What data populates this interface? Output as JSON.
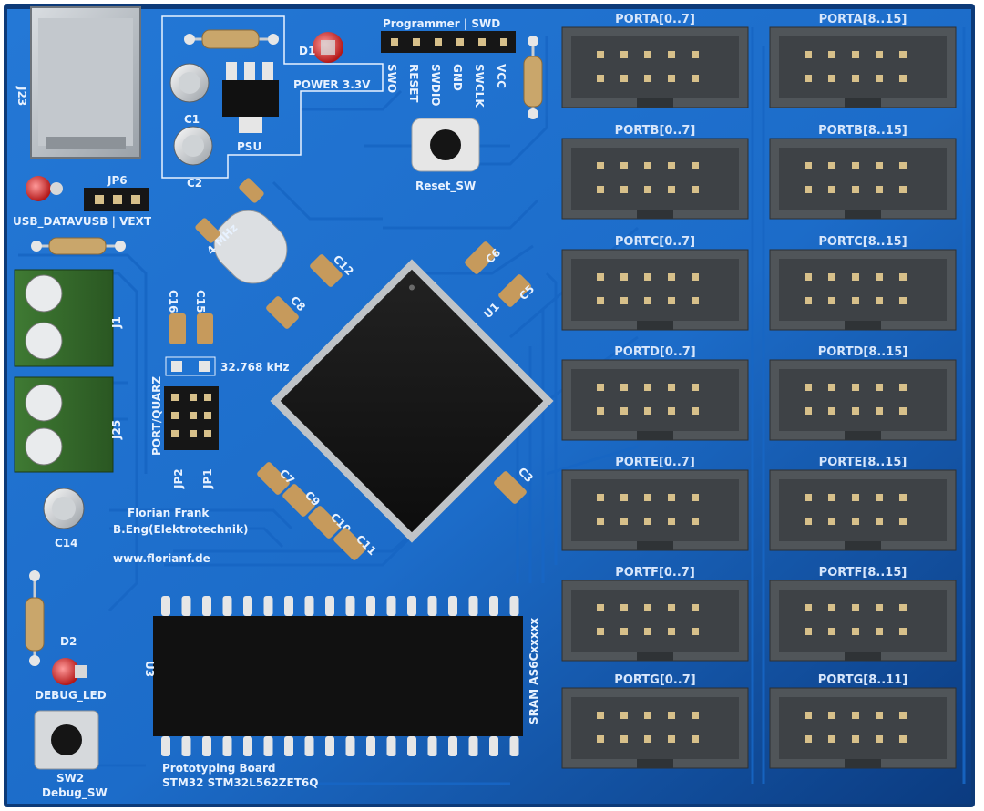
{
  "board": {
    "title_line1": "Prototyping Board",
    "title_line2": "STM32  STM32L562ZET6Q",
    "author": "Florian Frank",
    "degree": "B.Eng(Elektrotechnik)",
    "website": "www.florianf.de"
  },
  "labels": {
    "j23": "J23",
    "c1": "C1",
    "c2": "C2",
    "psu": "PSU",
    "d1": "D1",
    "power": "POWER 3.3V",
    "programmer": "Programmer | SWD",
    "swd_pins": [
      "SWO",
      "RESET",
      "SWDIO",
      "GND",
      "SWCLK",
      "VCC"
    ],
    "reset_sw": "Reset_SW",
    "jp6": "JP6",
    "usb_sel": "USB_DATAVUSB | VEXT",
    "crystal_hs": "4 MHz",
    "c12": "C12",
    "c6": "C6",
    "c5": "C5",
    "c8": "C8",
    "c16": "C16",
    "c15": "C15",
    "crystal_lse": "32.768 kHz",
    "u1": "U1",
    "j1": "J1",
    "j25": "J25",
    "port_quarz": "PORT/QUARZ",
    "jp2": "JP2",
    "jp1": "JP1",
    "c7": "C7",
    "c9": "C9",
    "c10": "C10",
    "c11": "C11",
    "c3": "C3",
    "c14": "C14",
    "d2": "D2",
    "debug_led": "DEBUG_LED",
    "sw2": "SW2",
    "debug_sw": "Debug_SW",
    "u3": "U3",
    "sram": "SRAM AS6Cxxxxx"
  },
  "ports": [
    {
      "left": "PORTA[0..7]",
      "right": "PORTA[8..15]"
    },
    {
      "left": "PORTB[0..7]",
      "right": "PORTB[8..15]"
    },
    {
      "left": "PORTC[0..7]",
      "right": "PORTC[8..15]"
    },
    {
      "left": "PORTD[0..7]",
      "right": "PORTD[8..15]"
    },
    {
      "left": "PORTE[0..7]",
      "right": "PORTE[8..15]"
    },
    {
      "left": "PORTF[0..7]",
      "right": "PORTF[8..15]"
    },
    {
      "left": "PORTG[0..7]",
      "right": "PORTG[8..11]"
    }
  ],
  "colors": {
    "pcb": "#1f73d1",
    "pcb_dark": "#0c3f86",
    "trace": "#1a63bb",
    "silk": "#e8f2ff",
    "chip": "#161616",
    "header": "#505559",
    "pin_gold": "#d7c08a"
  }
}
